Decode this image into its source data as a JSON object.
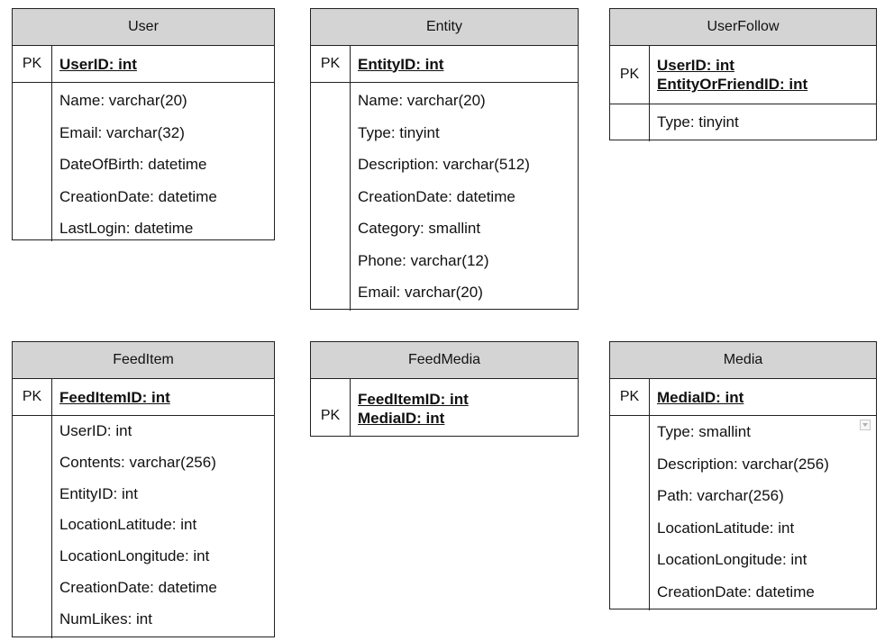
{
  "tables": {
    "user": {
      "title": "User",
      "pk_label": "PK",
      "pk_fields": [
        "UserID: int"
      ],
      "fields": [
        "Name: varchar(20)",
        "Email: varchar(32)",
        "DateOfBirth: datetime",
        "CreationDate: datetime",
        "LastLogin: datetime"
      ]
    },
    "entity": {
      "title": "Entity",
      "pk_label": "PK",
      "pk_fields": [
        "EntityID: int"
      ],
      "fields": [
        "Name: varchar(20)",
        "Type: tinyint",
        "Description: varchar(512)",
        "CreationDate: datetime",
        "Category: smallint",
        "Phone: varchar(12)",
        "Email: varchar(20)"
      ]
    },
    "userfollow": {
      "title": "UserFollow",
      "pk_label": "PK",
      "pk_fields": [
        "UserID: int",
        "EntityOrFriendID: int"
      ],
      "fields": [
        "Type: tinyint"
      ]
    },
    "feeditem": {
      "title": "FeedItem",
      "pk_label": "PK",
      "pk_fields": [
        "FeedItemID: int"
      ],
      "fields": [
        "UserID: int",
        "Contents: varchar(256)",
        "EntityID: int",
        "LocationLatitude: int",
        "LocationLongitude: int",
        "CreationDate: datetime",
        "NumLikes: int"
      ]
    },
    "feedmedia": {
      "title": "FeedMedia",
      "pk_label": "PK",
      "pk_fields": [
        "FeedItemID: int",
        "MediaID: int"
      ],
      "fields": []
    },
    "media": {
      "title": "Media",
      "pk_label": "PK",
      "pk_fields": [
        "MediaID: int"
      ],
      "fields": [
        "Type: smallint",
        "Description: varchar(256)",
        "Path: varchar(256)",
        "LocationLatitude: int",
        "LocationLongitude: int",
        "CreationDate: datetime"
      ]
    }
  }
}
